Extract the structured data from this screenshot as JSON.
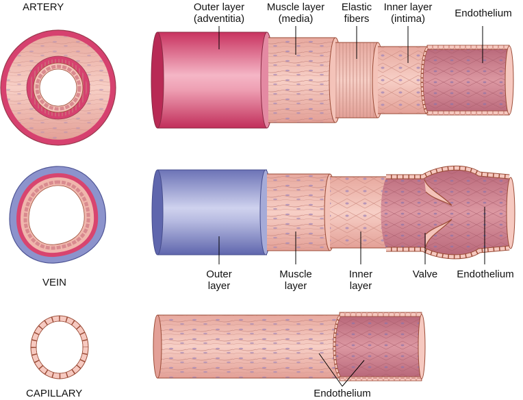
{
  "vessels": {
    "artery": {
      "name": "ARTERY",
      "labels": {
        "outer": [
          "Outer layer",
          "(adventitia)"
        ],
        "muscle": [
          "Muscle layer",
          "(media)"
        ],
        "elastic": [
          "Elastic",
          "fibers"
        ],
        "inner": [
          "Inner layer",
          "(intima)"
        ],
        "endothelium": "Endothelium"
      }
    },
    "vein": {
      "name": "VEIN",
      "labels": {
        "outer": [
          "Outer",
          "layer"
        ],
        "muscle": [
          "Muscle",
          "layer"
        ],
        "inner": [
          "Inner",
          "layer"
        ],
        "valve": "Valve",
        "endothelium": "Endothelium"
      }
    },
    "capillary": {
      "name": "CAPILLARY",
      "labels": {
        "endothelium": "Endothelium"
      }
    }
  },
  "colors": {
    "artery_outer": "#d23f6f",
    "vein_outer": "#7b82c0",
    "muscle": "#efb5ac",
    "tissue": "#f3c2b8",
    "lumen": "#c97a86",
    "nucleus": "#9d86b0",
    "outline": "#9a4a35"
  }
}
